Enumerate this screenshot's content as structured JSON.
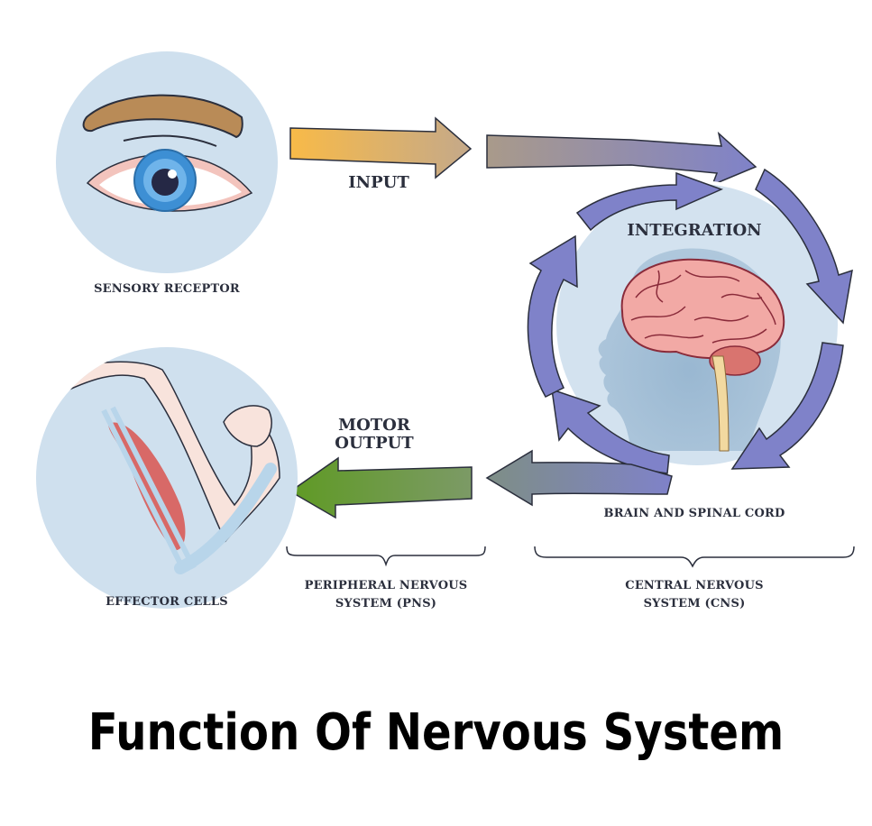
{
  "diagram": {
    "title": "Function Of Nervous System",
    "nodes": {
      "sensory_receptor": "SENSORY RECEPTOR",
      "integration": "INTEGRATION",
      "brain_spinal_cord": "BRAIN AND SPINAL CORD",
      "effector_cells": "EFFECTOR CELLS"
    },
    "arrows": {
      "input": "INPUT",
      "motor_output_line1": "MOTOR",
      "motor_output_line2": "OUTPUT"
    },
    "groups": {
      "pns_line1": "PERIPHERAL NERVOUS",
      "pns_line2": "SYSTEM (PNS)",
      "cns_line1": "CENTRAL NERVOUS",
      "cns_line2": "SYSTEM (CNS)"
    },
    "colors": {
      "circle_bg": "#cfe0ee",
      "cycle_arrow": "#7f82c9",
      "input_arrow_start": "#f7b94a",
      "motor_arrow": "#6f9a33",
      "label_text": "#2b2f3d"
    }
  }
}
